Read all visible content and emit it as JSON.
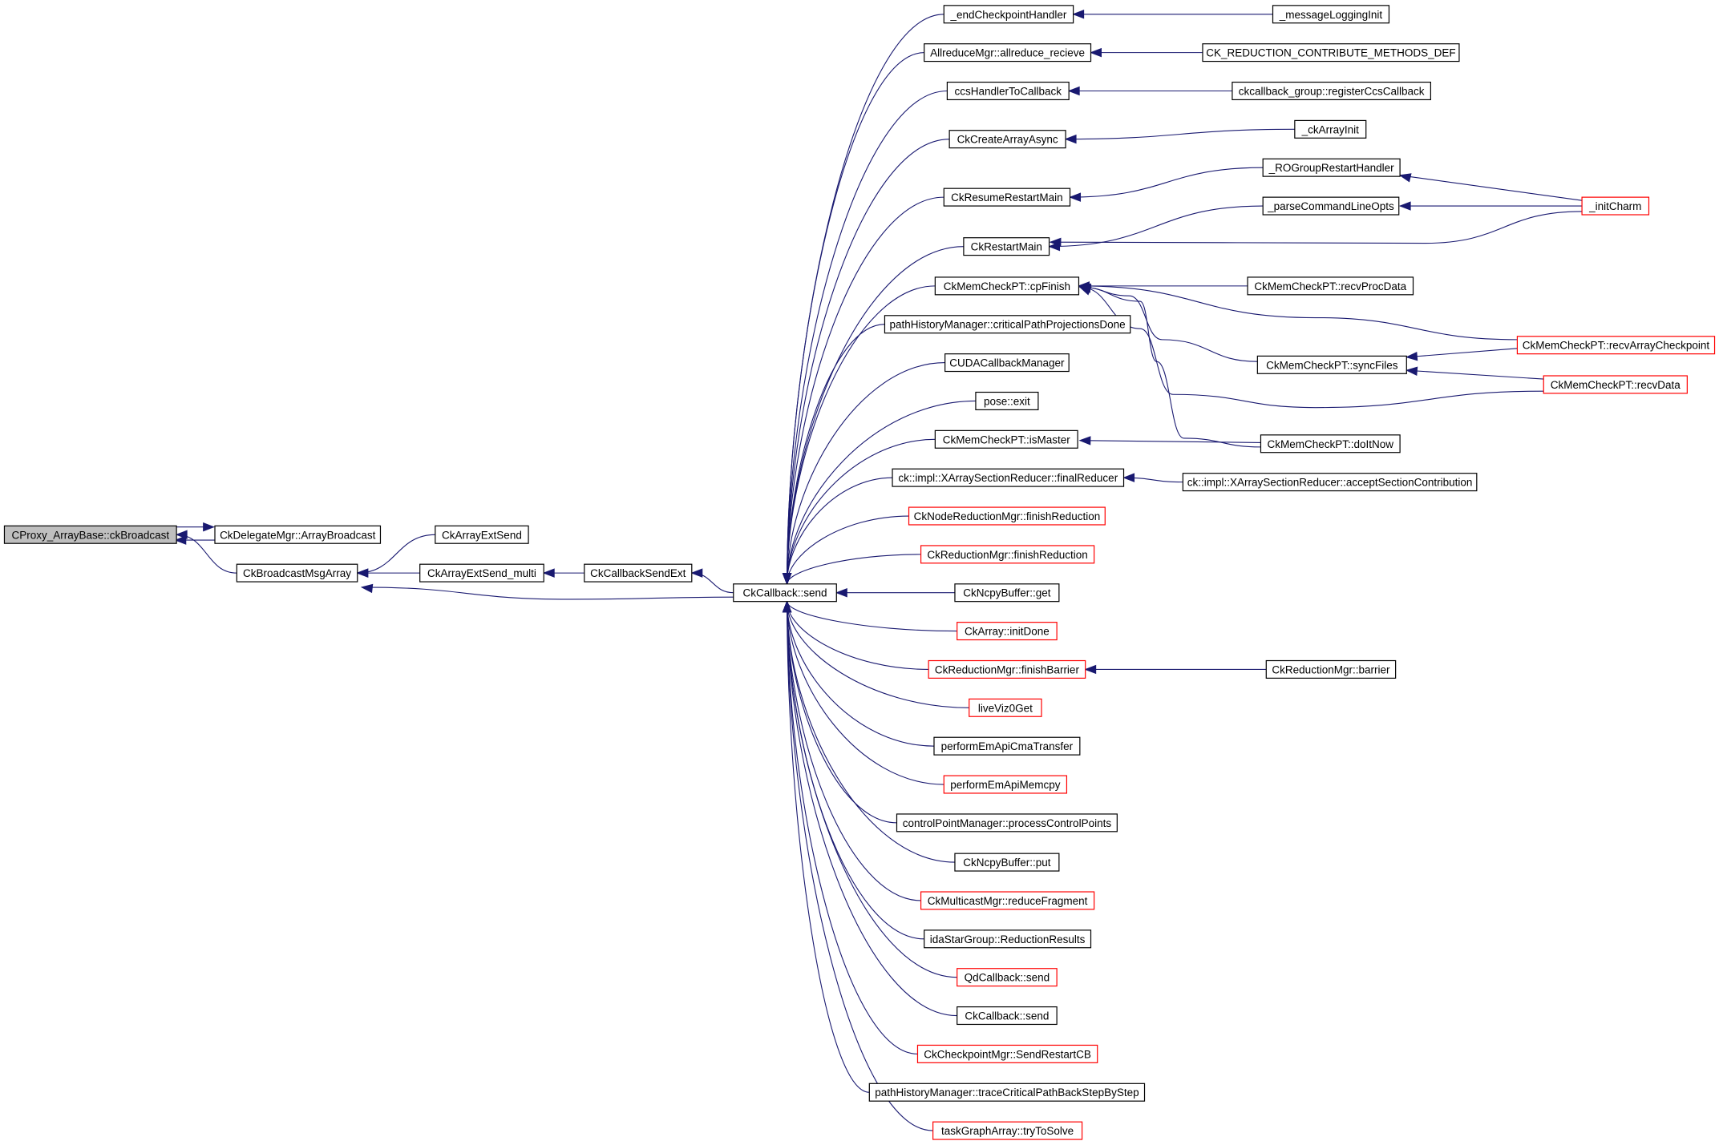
{
  "colors": {
    "edge": "#191970",
    "border_normal": "#000000",
    "border_truncated": "#ff0000",
    "root_fill": "#bfbfbf",
    "background": "#ffffff"
  },
  "nodes": [
    {
      "id": "root",
      "label": "CProxy_ArrayBase::ckBroadcast",
      "style": "root"
    },
    {
      "id": "delegate",
      "label": "CkDelegateMgr::ArrayBroadcast",
      "style": "normal"
    },
    {
      "id": "bcastmsg",
      "label": "CkBroadcastMsgArray",
      "style": "normal"
    },
    {
      "id": "extsend",
      "label": "CkArrayExtSend",
      "style": "normal"
    },
    {
      "id": "extmulti",
      "label": "CkArrayExtSend_multi",
      "style": "normal"
    },
    {
      "id": "sendext",
      "label": "CkCallbackSendExt",
      "style": "normal"
    },
    {
      "id": "cbsend",
      "label": "CkCallback::send",
      "style": "normal"
    },
    {
      "id": "endckpt",
      "label": "_endCheckpointHandler",
      "style": "normal"
    },
    {
      "id": "allreduce",
      "label": "AllreduceMgr::allreduce_recieve",
      "style": "normal"
    },
    {
      "id": "ccshandler",
      "label": "ccsHandlerToCallback",
      "style": "normal"
    },
    {
      "id": "createarr",
      "label": "CkCreateArrayAsync",
      "style": "normal"
    },
    {
      "id": "resumerestart",
      "label": "CkResumeRestartMain",
      "style": "normal"
    },
    {
      "id": "restartmain",
      "label": "CkRestartMain",
      "style": "normal"
    },
    {
      "id": "cpfinish",
      "label": "CkMemCheckPT::cpFinish",
      "style": "normal"
    },
    {
      "id": "critpath",
      "label": "pathHistoryManager::criticalPathProjectionsDone",
      "style": "normal"
    },
    {
      "id": "cuda",
      "label": "CUDACallbackManager",
      "style": "normal"
    },
    {
      "id": "poseexit",
      "label": "pose::exit",
      "style": "normal"
    },
    {
      "id": "ismaster",
      "label": "CkMemCheckPT::isMaster",
      "style": "normal"
    },
    {
      "id": "finalreducer",
      "label": "ck::impl::XArraySectionReducer::finalReducer",
      "style": "normal"
    },
    {
      "id": "nodefinish",
      "label": "CkNodeReductionMgr::finishReduction",
      "style": "red"
    },
    {
      "id": "redfinish",
      "label": "CkReductionMgr::finishReduction",
      "style": "red"
    },
    {
      "id": "ncpyget",
      "label": "CkNcpyBuffer::get",
      "style": "normal"
    },
    {
      "id": "initdone",
      "label": "CkArray::initDone",
      "style": "red"
    },
    {
      "id": "finishbarrier",
      "label": "CkReductionMgr::finishBarrier",
      "style": "red"
    },
    {
      "id": "liveviz",
      "label": "liveViz0Get",
      "style": "red"
    },
    {
      "id": "cmatransfer",
      "label": "performEmApiCmaTransfer",
      "style": "normal"
    },
    {
      "id": "memcpy",
      "label": "performEmApiMemcpy",
      "style": "red"
    },
    {
      "id": "controlpts",
      "label": "controlPointManager::processControlPoints",
      "style": "normal"
    },
    {
      "id": "ncpyput",
      "label": "CkNcpyBuffer::put",
      "style": "normal"
    },
    {
      "id": "reducefrag",
      "label": "CkMulticastMgr::reduceFragment",
      "style": "red"
    },
    {
      "id": "idastar",
      "label": "idaStarGroup::ReductionResults",
      "style": "normal"
    },
    {
      "id": "qdcb",
      "label": "QdCallback::send",
      "style": "red"
    },
    {
      "id": "cbsend2",
      "label": "CkCallback::send",
      "style": "normal"
    },
    {
      "id": "sendrestart",
      "label": "CkCheckpointMgr::SendRestartCB",
      "style": "red"
    },
    {
      "id": "tracecrit",
      "label": "pathHistoryManager::traceCriticalPathBackStepByStep",
      "style": "normal"
    },
    {
      "id": "trytosolve",
      "label": "taskGraphArray::tryToSolve",
      "style": "red"
    },
    {
      "id": "msglog",
      "label": "_messageLoggingInit",
      "style": "normal"
    },
    {
      "id": "ckreddef",
      "label": "CK_REDUCTION_CONTRIBUTE_METHODS_DEF",
      "style": "normal"
    },
    {
      "id": "regccs",
      "label": "ckcallback_group::registerCcsCallback",
      "style": "normal"
    },
    {
      "id": "ckarrinit",
      "label": "_ckArrayInit",
      "style": "normal"
    },
    {
      "id": "rogroup",
      "label": "_ROGroupRestartHandler",
      "style": "normal"
    },
    {
      "id": "parsecmd",
      "label": "_parseCommandLineOpts",
      "style": "normal"
    },
    {
      "id": "initcharm",
      "label": "_initCharm",
      "style": "red"
    },
    {
      "id": "recvproc",
      "label": "CkMemCheckPT::recvProcData",
      "style": "normal"
    },
    {
      "id": "syncfiles",
      "label": "CkMemCheckPT::syncFiles",
      "style": "normal"
    },
    {
      "id": "doitnow",
      "label": "CkMemCheckPT::doItNow",
      "style": "normal"
    },
    {
      "id": "recvarrckpt",
      "label": "CkMemCheckPT::recvArrayCheckpoint",
      "style": "red"
    },
    {
      "id": "recvdata",
      "label": "CkMemCheckPT::recvData",
      "style": "red"
    },
    {
      "id": "acceptsec",
      "label": "ck::impl::XArraySectionReducer::acceptSectionContribution",
      "style": "normal"
    },
    {
      "id": "barrier",
      "label": "CkReductionMgr::barrier",
      "style": "normal"
    }
  ],
  "edges": [
    {
      "from": "delegate",
      "to": "root"
    },
    {
      "from": "root",
      "to": "delegate"
    },
    {
      "from": "bcastmsg",
      "to": "root"
    },
    {
      "from": "extsend",
      "to": "bcastmsg"
    },
    {
      "from": "extmulti",
      "to": "bcastmsg"
    },
    {
      "from": "cbsend",
      "to": "bcastmsg"
    },
    {
      "from": "sendext",
      "to": "extmulti"
    },
    {
      "from": "cbsend",
      "to": "sendext"
    },
    {
      "from": "endckpt",
      "to": "cbsend"
    },
    {
      "from": "allreduce",
      "to": "cbsend"
    },
    {
      "from": "ccshandler",
      "to": "cbsend"
    },
    {
      "from": "createarr",
      "to": "cbsend"
    },
    {
      "from": "resumerestart",
      "to": "cbsend"
    },
    {
      "from": "restartmain",
      "to": "cbsend"
    },
    {
      "from": "cpfinish",
      "to": "cbsend"
    },
    {
      "from": "critpath",
      "to": "cbsend"
    },
    {
      "from": "cuda",
      "to": "cbsend"
    },
    {
      "from": "poseexit",
      "to": "cbsend"
    },
    {
      "from": "ismaster",
      "to": "cbsend"
    },
    {
      "from": "finalreducer",
      "to": "cbsend"
    },
    {
      "from": "nodefinish",
      "to": "cbsend"
    },
    {
      "from": "redfinish",
      "to": "cbsend"
    },
    {
      "from": "ncpyget",
      "to": "cbsend"
    },
    {
      "from": "initdone",
      "to": "cbsend"
    },
    {
      "from": "finishbarrier",
      "to": "cbsend"
    },
    {
      "from": "liveviz",
      "to": "cbsend"
    },
    {
      "from": "cmatransfer",
      "to": "cbsend"
    },
    {
      "from": "memcpy",
      "to": "cbsend"
    },
    {
      "from": "controlpts",
      "to": "cbsend"
    },
    {
      "from": "ncpyput",
      "to": "cbsend"
    },
    {
      "from": "reducefrag",
      "to": "cbsend"
    },
    {
      "from": "idastar",
      "to": "cbsend"
    },
    {
      "from": "qdcb",
      "to": "cbsend"
    },
    {
      "from": "cbsend2",
      "to": "cbsend"
    },
    {
      "from": "sendrestart",
      "to": "cbsend"
    },
    {
      "from": "tracecrit",
      "to": "cbsend"
    },
    {
      "from": "trytosolve",
      "to": "cbsend"
    },
    {
      "from": "msglog",
      "to": "endckpt"
    },
    {
      "from": "ckreddef",
      "to": "allreduce"
    },
    {
      "from": "regccs",
      "to": "ccshandler"
    },
    {
      "from": "ckarrinit",
      "to": "createarr"
    },
    {
      "from": "rogroup",
      "to": "resumerestart"
    },
    {
      "from": "parsecmd",
      "to": "restartmain"
    },
    {
      "from": "initcharm",
      "to": "restartmain"
    },
    {
      "from": "initcharm",
      "to": "rogroup"
    },
    {
      "from": "initcharm",
      "to": "parsecmd"
    },
    {
      "from": "recvproc",
      "to": "cpfinish"
    },
    {
      "from": "recvarrckpt",
      "to": "cpfinish"
    },
    {
      "from": "syncfiles",
      "to": "cpfinish"
    },
    {
      "from": "recvdata",
      "to": "cpfinish"
    },
    {
      "from": "doitnow",
      "to": "cpfinish"
    },
    {
      "from": "recvarrckpt",
      "to": "syncfiles"
    },
    {
      "from": "recvdata",
      "to": "syncfiles"
    },
    {
      "from": "doitnow",
      "to": "ismaster"
    },
    {
      "from": "acceptsec",
      "to": "finalreducer"
    },
    {
      "from": "barrier",
      "to": "finishbarrier"
    }
  ]
}
